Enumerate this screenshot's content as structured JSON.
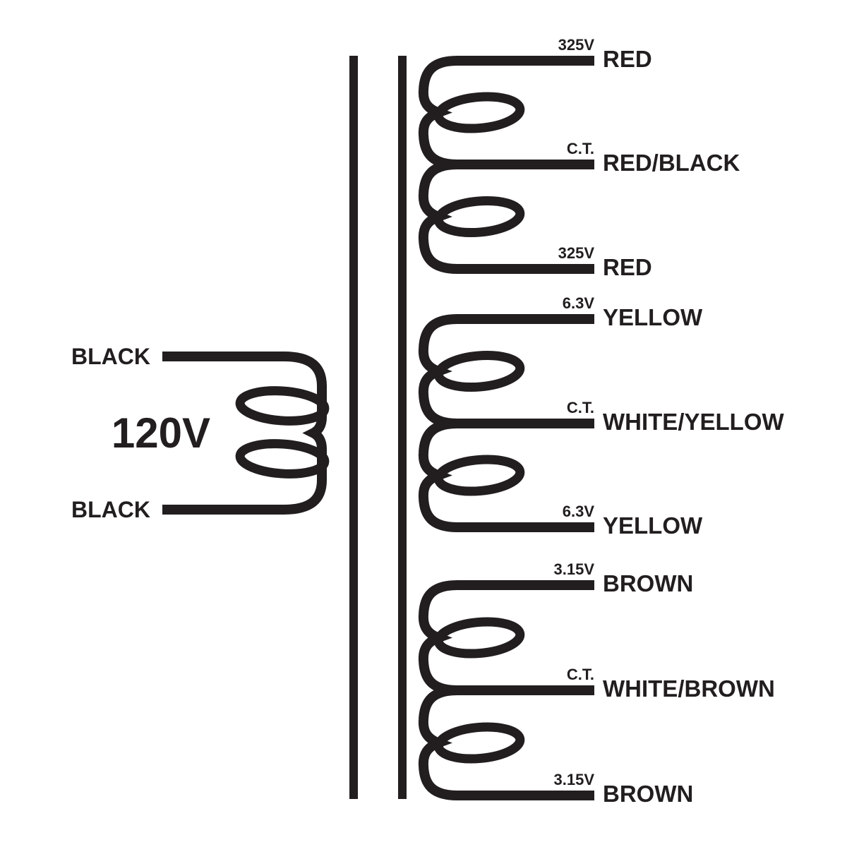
{
  "colors": {
    "ink": "#221e1f",
    "background": "#ffffff"
  },
  "primary": {
    "voltage": "120V",
    "top_lead": "BLACK",
    "bottom_lead": "BLACK"
  },
  "secondaries": [
    {
      "taps": [
        {
          "value": "325V",
          "wire": "RED"
        },
        {
          "value": "C.T.",
          "wire": "RED/BLACK"
        },
        {
          "value": "325V",
          "wire": "RED"
        }
      ]
    },
    {
      "taps": [
        {
          "value": "6.3V",
          "wire": "YELLOW"
        },
        {
          "value": "C.T.",
          "wire": "WHITE/YELLOW"
        },
        {
          "value": "6.3V",
          "wire": "YELLOW"
        }
      ]
    },
    {
      "taps": [
        {
          "value": "3.15V",
          "wire": "BROWN"
        },
        {
          "value": "C.T.",
          "wire": "WHITE/BROWN"
        },
        {
          "value": "3.15V",
          "wire": "BROWN"
        }
      ]
    }
  ]
}
